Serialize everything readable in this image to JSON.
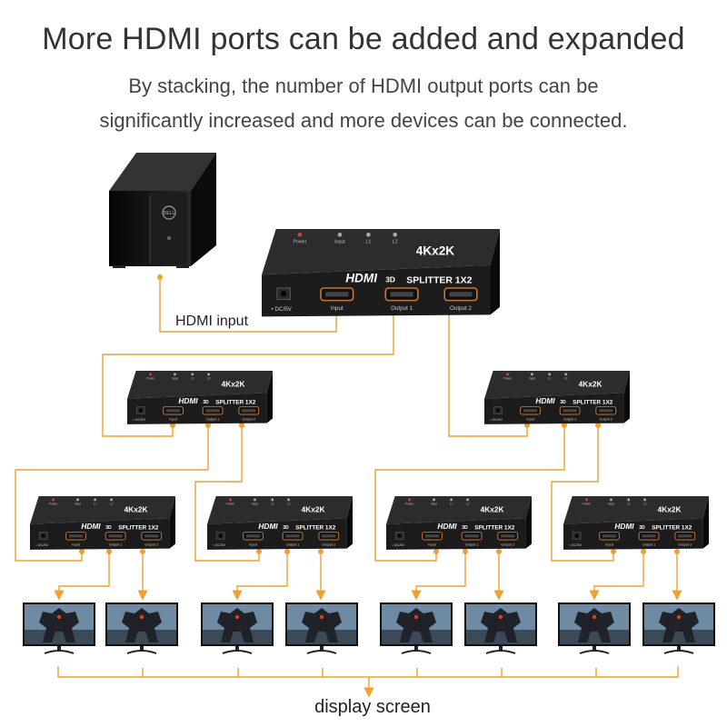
{
  "header": {
    "title": "More HDMI ports can be added and expanded",
    "subtitle_line1": "By stacking, the number of HDMI output ports can be",
    "subtitle_line2": "significantly increased and more devices can be connected."
  },
  "labels": {
    "hdmi_input": "HDMI input",
    "display_screen": "display screen"
  },
  "device": {
    "model": "4Kx2K",
    "type": "SPLITTER 1X2",
    "brand": "HDMI",
    "brand_suffix": "3D",
    "power_label": "Power",
    "led_input": "Input",
    "led_l1": "L1",
    "led_l2": "L2",
    "dc_label": "• DC/5V",
    "port_input": "Input",
    "port_output1": "Output 1",
    "port_output2": "Output 2"
  },
  "pc": {
    "brand": "DELL",
    "icon": "desktop-tower-icon"
  },
  "monitor": {
    "icon": "monitor-robot-icon"
  },
  "colors": {
    "line": "#f0a030",
    "device_body": "#1c1c1c",
    "device_top": "#2c2c2c",
    "port_accent": "#c8793a",
    "text": "#333333"
  }
}
